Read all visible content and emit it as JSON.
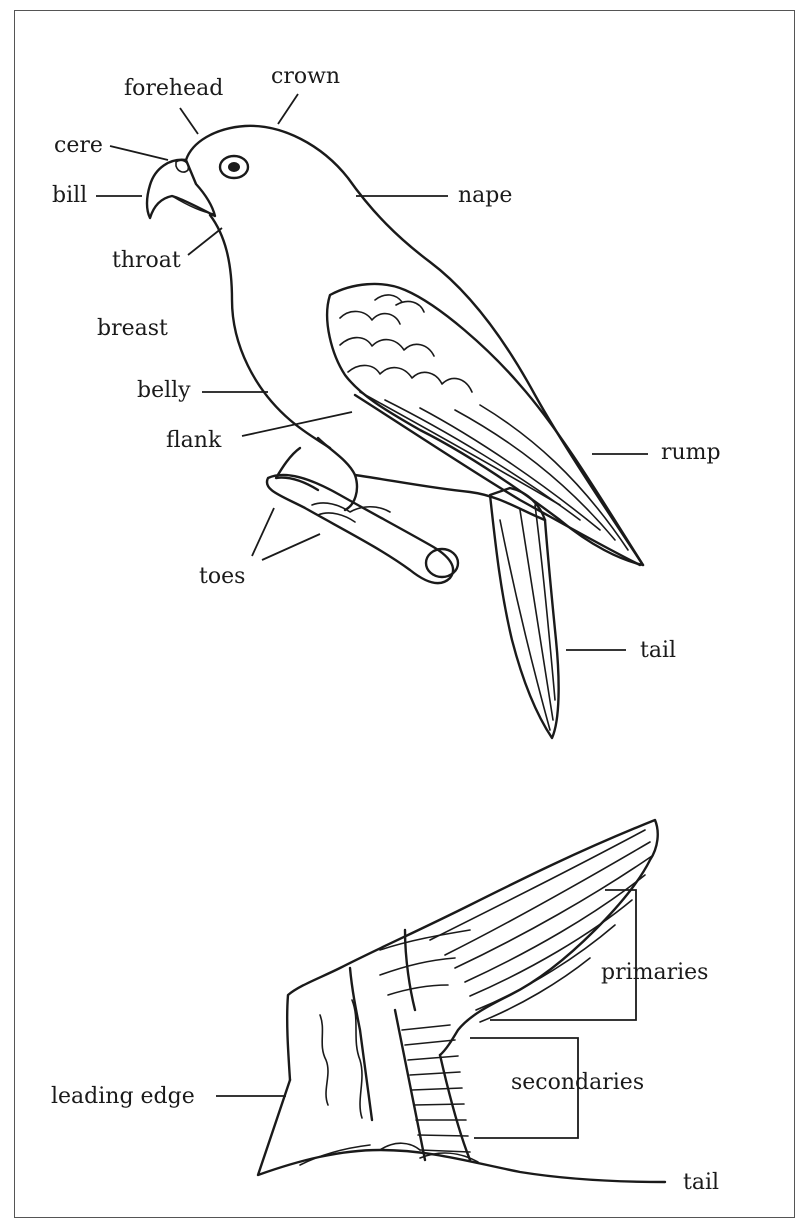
{
  "labels": {
    "forehead": "forehead",
    "crown": "crown",
    "cere": "cere",
    "bill": "bill",
    "nape": "nape",
    "throat": "throat",
    "breast": "breast",
    "belly": "belly",
    "flank": "flank",
    "rump": "rump",
    "toes": "toes",
    "tail_top": "tail",
    "primaries": "primaries",
    "secondaries": "secondaries",
    "leading_edge": "leading edge",
    "tail_bottom": "tail"
  }
}
